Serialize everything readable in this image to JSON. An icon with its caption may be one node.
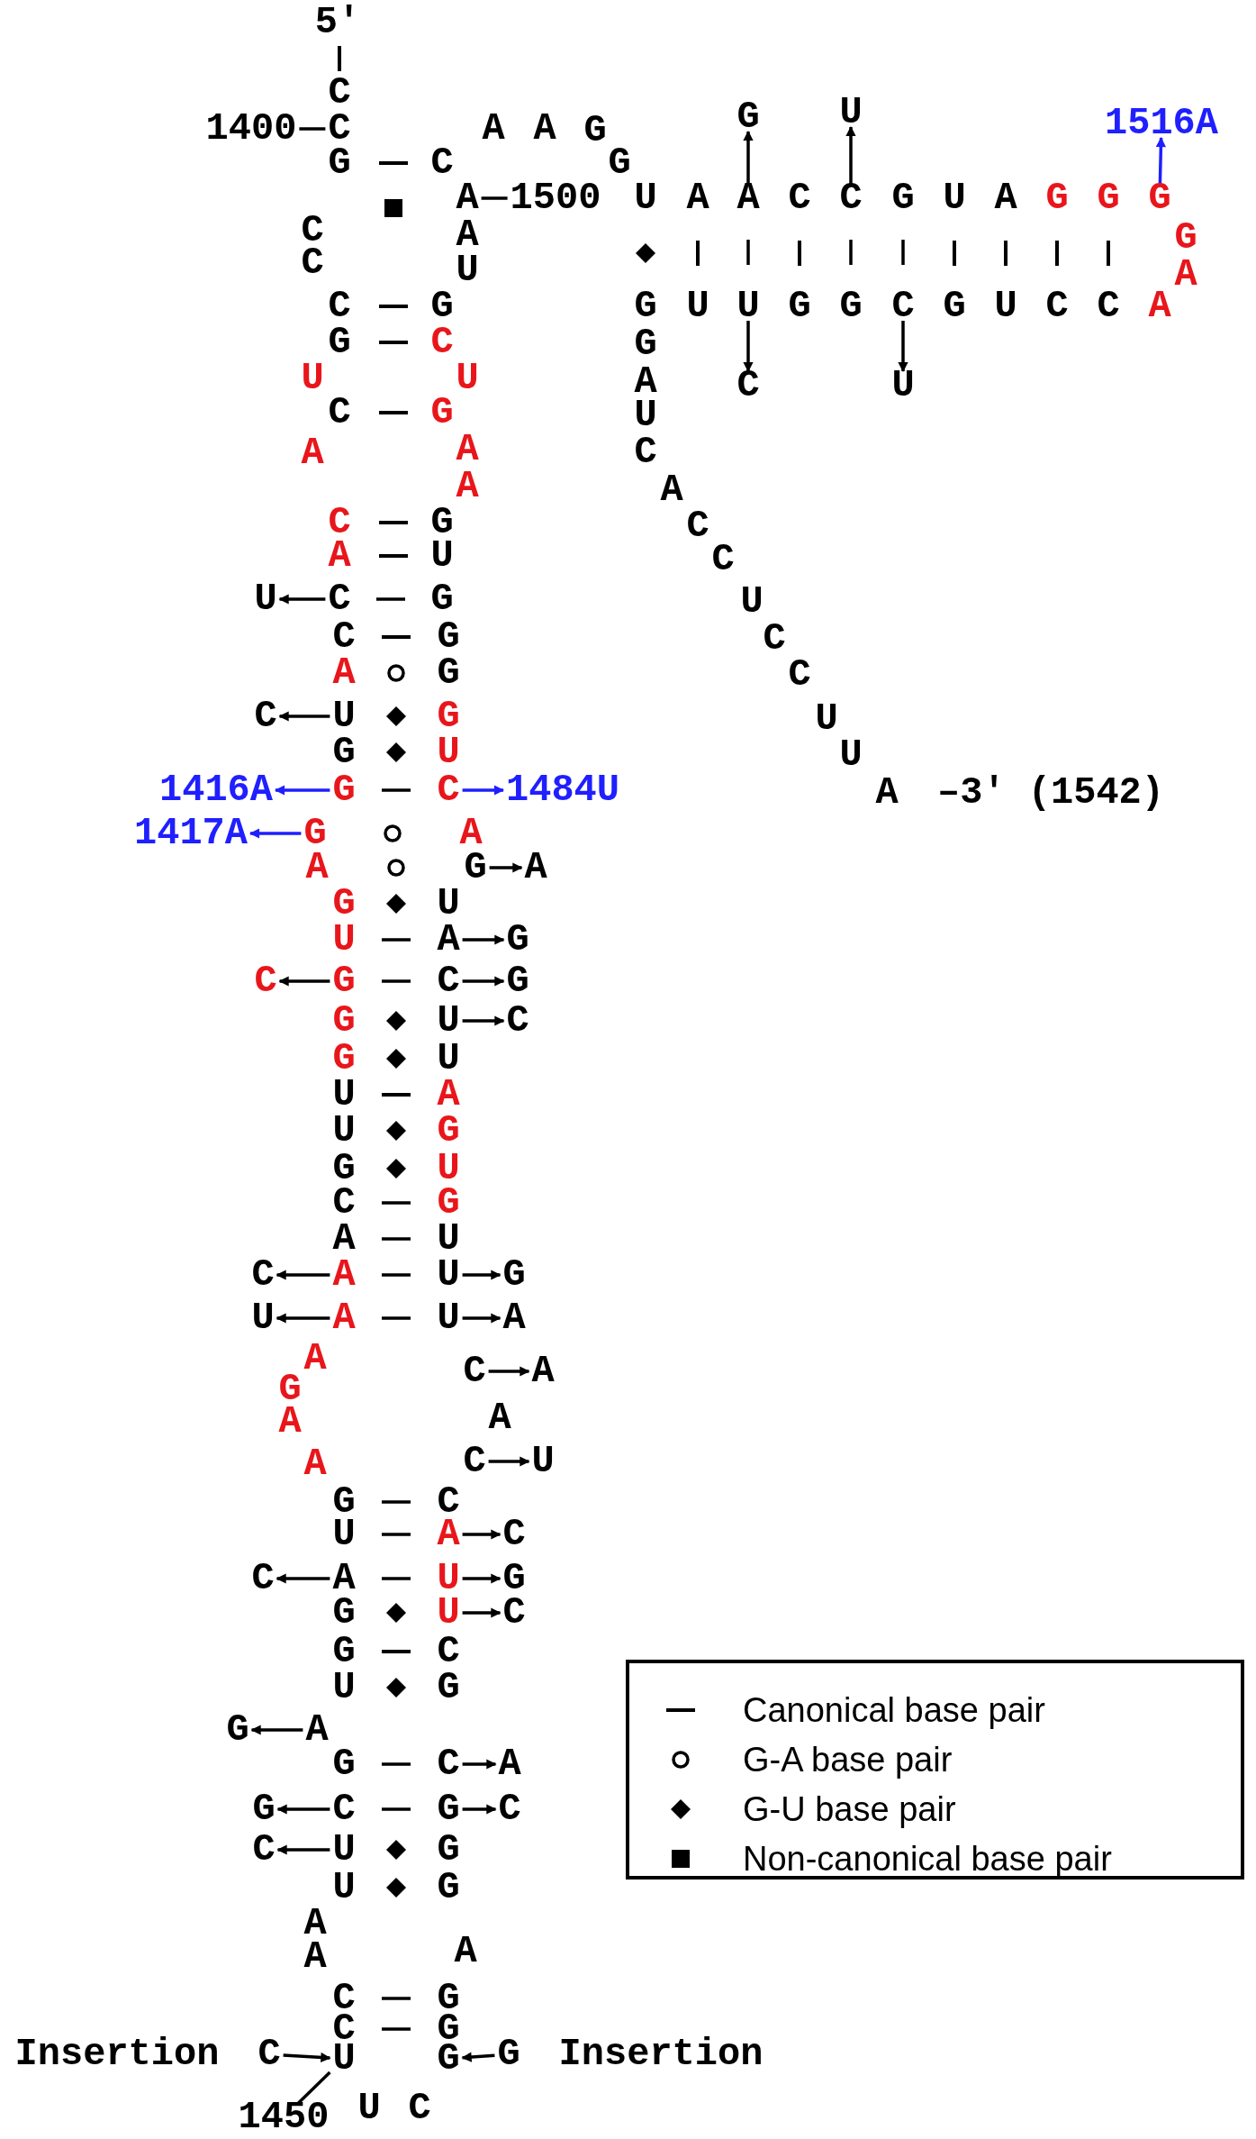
{
  "diagram": {
    "nodes": [
      {
        "text": [
          "1400"
        ]
      },
      {
        "text": [
          "C"
        ]
      },
      {
        "text": [
          "G"
        ]
      },
      {
        "text": [
          "U"
        ]
      },
      {
        "text": [
          "1516A"
        ]
      },
      {
        "text": [
          "A"
        ]
      },
      {
        "text": [
          "1500"
        ]
      },
      {
        "text": [
          "A"
        ]
      },
      {
        "text": [
          "C"
        ]
      },
      {
        "text": [
          "G"
        ]
      },
      {
        "text": [
          "G"
        ]
      },
      {
        "text": [
          "U"
        ]
      },
      {
        "text": [
          "G"
        ]
      },
      {
        "text": [
          "C"
        ]
      },
      {
        "text": [
          "C"
        ]
      },
      {
        "text": [
          "U"
        ]
      },
      {
        "text": [
          "U"
        ]
      },
      {
        "text": [
          "C"
        ]
      },
      {
        "text": [
          "G"
        ]
      },
      {
        "text": [
          "C"
        ]
      },
      {
        "text": [
          "U"
        ]
      },
      {
        "text": [
          "1416A"
        ]
      },
      {
        "text": [
          "G"
        ]
      },
      {
        "text": [
          "C"
        ]
      },
      {
        "text": [
          "1484U"
        ]
      },
      {
        "text": [
          "1417A"
        ]
      },
      {
        "text": [
          "G"
        ]
      },
      {
        "text": [
          "G"
        ]
      },
      {
        "text": [
          "A"
        ]
      },
      {
        "text": [
          "U"
        ]
      },
      {
        "text": [
          "A"
        ]
      },
      {
        "text": [
          "G"
        ]
      },
      {
        "text": [
          "C"
        ]
      },
      {
        "text": [
          "G"
        ]
      },
      {
        "text": [
          "C"
        ]
      },
      {
        "text": [
          "G"
        ]
      },
      {
        "text": [
          "U"
        ]
      },
      {
        "text": [
          "C"
        ]
      },
      {
        "text": [
          "C"
        ]
      },
      {
        "text": [
          "G"
        ]
      },
      {
        "text": [
          "A"
        ]
      },
      {
        "text": [
          "U"
        ]
      },
      {
        "text": [
          "C"
        ]
      },
      {
        "text": [
          "A"
        ]
      },
      {
        "text": [
          "U"
        ]
      },
      {
        "text": [
          "G"
        ]
      },
      {
        "text": [
          "U"
        ]
      },
      {
        "text": [
          "A"
        ]
      },
      {
        "text": [
          "U"
        ]
      },
      {
        "text": [
          "A"
        ]
      },
      {
        "text": [
          "C"
        ]
      },
      {
        "text": [
          "A"
        ]
      },
      {
        "text": [
          "C"
        ]
      },
      {
        "text": [
          "U"
        ]
      },
      {
        "text": [
          "G"
        ]
      },
      {
        "text": [
          "C"
        ]
      },
      {
        "text": [
          "U"
        ]
      },
      {
        "text": [
          "A"
        ]
      },
      {
        "text": [
          "C"
        ]
      },
      {
        "text": [
          "C"
        ]
      },
      {
        "text": [
          "A"
        ]
      },
      {
        "text": [
          "U"
        ]
      },
      {
        "text": [
          "G"
        ]
      },
      {
        "text": [
          "U"
        ]
      },
      {
        "text": [
          "C"
        ]
      },
      {
        "text": [
          "G"
        ]
      },
      {
        "text": [
          "A"
        ]
      },
      {
        "text": [
          "G"
        ]
      },
      {
        "text": [
          "C"
        ]
      },
      {
        "text": [
          "A"
        ]
      },
      {
        "text": [
          "G"
        ]
      },
      {
        "text": [
          "C"
        ]
      },
      {
        "text": [
          "G"
        ]
      },
      {
        "text": [
          "C"
        ]
      },
      {
        "text": [
          "C"
        ]
      },
      {
        "text": [
          "U"
        ]
      },
      {
        "text": [
          "C"
        ]
      },
      {
        "text": [
          "G"
        ]
      },
      {
        "text": [
          "C"
        ]
      },
      {
        "text": [
          "G"
        ]
      },
      {
        "text": [
          "C"
        ]
      },
      {
        "text": [
          "U"
        ]
      },
      {
        "text": [
          "G"
        ]
      },
      {
        "text": [
          "G"
        ]
      },
      {
        "text": [
          "1450"
        ]
      }
    ],
    "edges": [
      {
        "from": 0,
        "to": 1,
        "arrow": "none"
      },
      {
        "from": 6,
        "to": 5,
        "arrow": "none"
      },
      {
        "from": 7,
        "to": 2,
        "arrow": "to"
      },
      {
        "from": 8,
        "to": 3,
        "arrow": "to"
      },
      {
        "from": 10,
        "to": 4,
        "arrow": "to",
        "color": "#1f1fff"
      },
      {
        "from": 11,
        "to": 14,
        "arrow": "to"
      },
      {
        "from": 13,
        "to": 15,
        "arrow": "to"
      },
      {
        "from": 17,
        "to": 16,
        "arrow": "to"
      },
      {
        "from": 20,
        "to": 19,
        "arrow": "to"
      },
      {
        "from": 22,
        "to": 21,
        "arrow": "to",
        "color": "#1f1fff"
      },
      {
        "from": 23,
        "to": 24,
        "arrow": "to",
        "color": "#1f1fff"
      },
      {
        "from": 26,
        "to": 25,
        "arrow": "to",
        "color": "#1f1fff"
      },
      {
        "from": 27,
        "to": 28,
        "arrow": "to"
      },
      {
        "from": 30,
        "to": 31,
        "arrow": "to"
      },
      {
        "from": 33,
        "to": 32,
        "arrow": "to"
      },
      {
        "from": 34,
        "to": 35,
        "arrow": "to"
      },
      {
        "from": 36,
        "to": 37,
        "arrow": "to"
      },
      {
        "from": 43,
        "to": 42,
        "arrow": "to"
      },
      {
        "from": 44,
        "to": 45,
        "arrow": "to"
      },
      {
        "from": 47,
        "to": 46,
        "arrow": "to"
      },
      {
        "from": 48,
        "to": 49,
        "arrow": "to"
      },
      {
        "from": 50,
        "to": 51,
        "arrow": "to"
      },
      {
        "from": 52,
        "to": 53,
        "arrow": "to"
      },
      {
        "from": 57,
        "to": 58,
        "arrow": "to"
      },
      {
        "from": 60,
        "to": 59,
        "arrow": "to"
      },
      {
        "from": 61,
        "to": 62,
        "arrow": "to"
      },
      {
        "from": 63,
        "to": 64,
        "arrow": "to"
      },
      {
        "from": 66,
        "to": 65,
        "arrow": "to"
      },
      {
        "from": 68,
        "to": 69,
        "arrow": "to"
      },
      {
        "from": 71,
        "to": 70,
        "arrow": "to"
      },
      {
        "from": 72,
        "to": 73,
        "arrow": "to"
      },
      {
        "from": 75,
        "to": 74,
        "arrow": "to"
      },
      {
        "from": 80,
        "to": 81,
        "arrow": "to"
      },
      {
        "from": 83,
        "to": 82,
        "arrow": "to"
      },
      {
        "from": 84,
        "to": 81,
        "arrow": "none"
      },
      {
        "from": 7,
        "to": 11,
        "arrow": "none"
      },
      {
        "from": 8,
        "to": 12,
        "arrow": "none"
      },
      {
        "from": 9,
        "to": 13,
        "arrow": "none"
      },
      {
        "from": 17,
        "to": 18,
        "arrow": "none"
      },
      {
        "from": 22,
        "to": 23,
        "arrow": "none"
      },
      {
        "from": 29,
        "to": 30,
        "arrow": "none"
      },
      {
        "from": 33,
        "to": 34,
        "arrow": "none"
      },
      {
        "from": 38,
        "to": 39,
        "arrow": "none"
      },
      {
        "from": 40,
        "to": 41,
        "arrow": "none"
      },
      {
        "from": 43,
        "to": 44,
        "arrow": "none"
      },
      {
        "from": 47,
        "to": 48,
        "arrow": "none"
      },
      {
        "from": 54,
        "to": 55,
        "arrow": "none"
      },
      {
        "from": 56,
        "to": 57,
        "arrow": "none"
      },
      {
        "from": 60,
        "to": 61,
        "arrow": "none"
      },
      {
        "from": 67,
        "to": 68,
        "arrow": "none"
      },
      {
        "from": 71,
        "to": 72,
        "arrow": "none"
      },
      {
        "from": 76,
        "to": 77,
        "arrow": "none"
      },
      {
        "from": 78,
        "to": 79,
        "arrow": "none"
      }
    ],
    "labels": [
      "5′",
      "C",
      "A",
      "A",
      "G",
      "G",
      "C",
      "G",
      "U",
      "A",
      "C",
      "U",
      "A",
      "G",
      "G",
      "C",
      "A",
      "G",
      "C",
      "U",
      "A",
      "C",
      "G",
      "G",
      "U",
      "G",
      "G",
      "U",
      "C",
      "C",
      "A",
      "G",
      "C",
      "G",
      "U",
      "U",
      "A",
      "C",
      "G",
      "U",
      "A",
      "A",
      "C",
      "A",
      "A",
      "C",
      "G",
      "C",
      "A",
      "U",
      "C",
      "U",
      "C",
      "G",
      "C",
      "A",
      "G",
      "C",
      "G",
      "U",
      "G",
      "U",
      "U",
      "A",
      "–3′ (1542)",
      "A",
      "A",
      "G",
      "U",
      "G",
      "G",
      "U",
      "U",
      "A",
      "U",
      "G",
      "G",
      "U",
      "A",
      "G",
      "A",
      "A",
      "A",
      "G",
      "G",
      "C",
      "U",
      "G",
      "G",
      "U",
      "G",
      "A",
      "A",
      "A",
      "Insertion",
      "Insertion",
      "U",
      "C"
    ],
    "legend": [
      {
        "text": "Canonical base pair"
      },
      {
        "text": "G-A base pair"
      },
      {
        "text": "G-U base pair"
      },
      {
        "text": "Non-canonical base pair"
      }
    ]
  }
}
